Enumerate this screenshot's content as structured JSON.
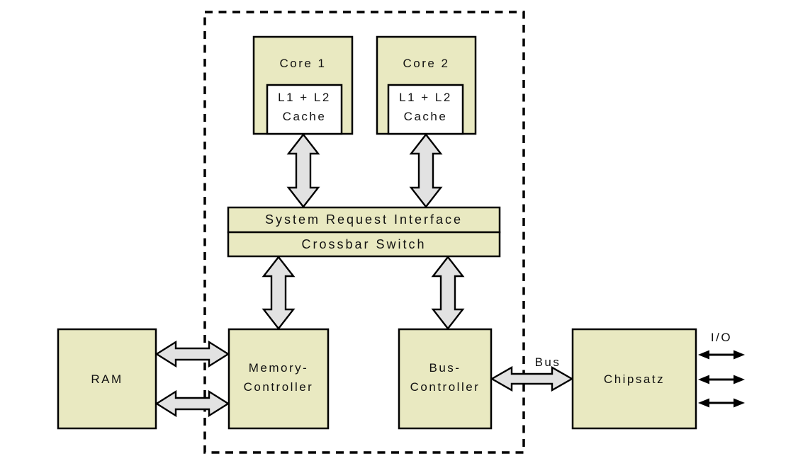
{
  "nodes": {
    "core1": {
      "label": "Core 1",
      "cache": [
        "L1 + L2",
        "Cache"
      ]
    },
    "core2": {
      "label": "Core 2",
      "cache": [
        "L1 + L2",
        "Cache"
      ]
    },
    "system_request_interface": {
      "label": "System Request Interface"
    },
    "crossbar_switch": {
      "label": "Crossbar Switch"
    },
    "ram": {
      "label": "RAM"
    },
    "memory_controller": {
      "lines": [
        "Memory-",
        "Controller"
      ]
    },
    "bus_controller": {
      "lines": [
        "Bus-",
        "Controller"
      ]
    },
    "chipset": {
      "label": "Chipsatz"
    }
  },
  "connection_labels": {
    "bus": "Bus",
    "io": "I/O"
  },
  "colors": {
    "node_fill": "#e9e9c1",
    "cache_fill": "#ffffff",
    "arrow_fill": "#e2e2e2",
    "line": "#000000",
    "background": "#ffffff"
  }
}
